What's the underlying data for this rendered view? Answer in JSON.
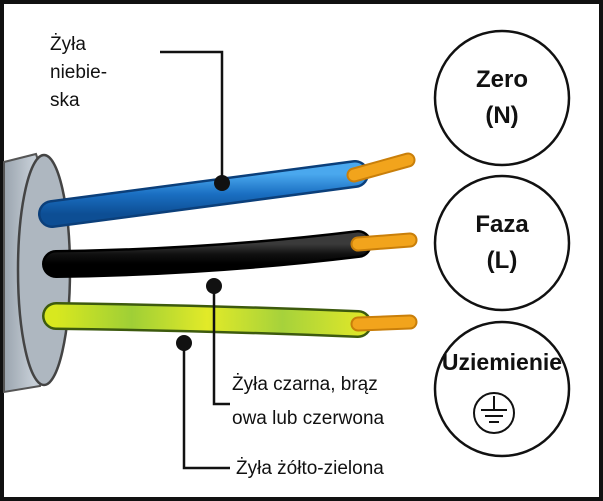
{
  "labels": {
    "blue_wire": [
      "Żyła",
      "niebie-",
      "ska"
    ],
    "black_wire": [
      "Żyła czarna, brąz",
      "owa lub czerwona"
    ],
    "yellow_green_wire": "Żyła żółto-zielona"
  },
  "terminals": {
    "neutral": {
      "title": "Zero",
      "symbol": "(N)"
    },
    "phase": {
      "title": "Faza",
      "symbol": "(L)"
    },
    "earth": {
      "title": "Uziemienie",
      "icon": "ground-symbol-icon"
    }
  },
  "colors": {
    "blue_wire": "#1a6fc2",
    "black_wire": "#111111",
    "yellow_green_wire": "#c8df2a",
    "copper_tip": "#f2a41c",
    "cable_sheath": "#b9c2cc"
  }
}
